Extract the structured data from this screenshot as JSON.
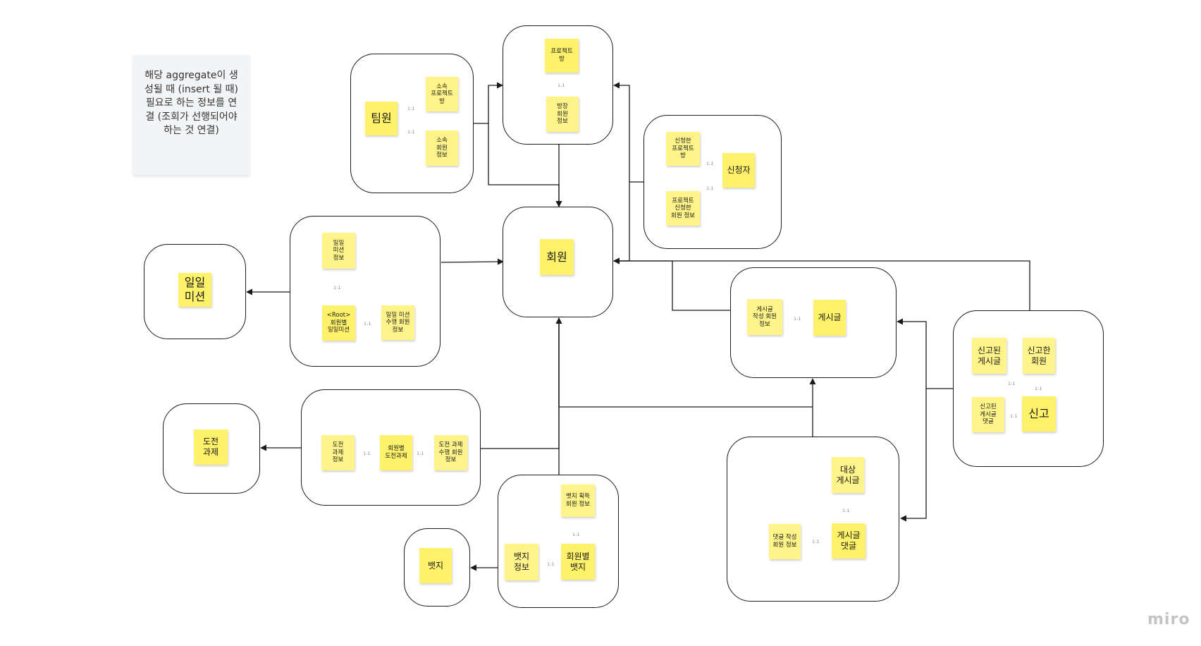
{
  "note_text": "해당 aggregate이 생성될 때 (insert 될 때) 필요로 하는 정보를 연결 (조회가 선행되어야 하는 것 연결)",
  "relation_label": "1:1",
  "logo": "miro",
  "aggregates": {
    "team": {
      "main": "팀원",
      "item1": "소속\n프로젝트\n방",
      "item2": "소속\n회원\n정보"
    },
    "project": {
      "main": "프로젝트\n방",
      "item1": "방장\n회원\n정보"
    },
    "applicant": {
      "main": "신청자",
      "item1": "신청한\n프로젝트\n방",
      "item2": "프로젝트\n신청한\n회원 정보"
    },
    "member": {
      "main": "회원"
    },
    "daily_mission": {
      "main": "일일\n미션"
    },
    "member_mission": {
      "root": "<Root>\n회원별\n일일미션",
      "item1": "일일\n미션\n정보",
      "item2": "일일 미션\n수행 회원\n정보"
    },
    "post": {
      "main": "게시글",
      "item1": "게시글\n작성 회원\n정보"
    },
    "report": {
      "main": "신고",
      "item1": "신고된\n게시글",
      "item2": "신고한\n회원",
      "item3": "신고된\n게시글\n댓글"
    },
    "challenge": {
      "main": "도전\n과제"
    },
    "member_challenge": {
      "main": "회원별\n도전과제",
      "item1": "도전\n과제\n정보",
      "item2": "도전 과제\n수행 회원\n정보"
    },
    "comment": {
      "main": "게시글\n댓글",
      "item1": "대상\n게시글",
      "item2": "댓글 작성\n회원 정보"
    },
    "badge": {
      "main": "뱃지"
    },
    "member_badge": {
      "main": "회원별\n뱃지",
      "item1": "뱃지 획득\n회원 정보",
      "item2": "뱃지\n정보"
    }
  }
}
